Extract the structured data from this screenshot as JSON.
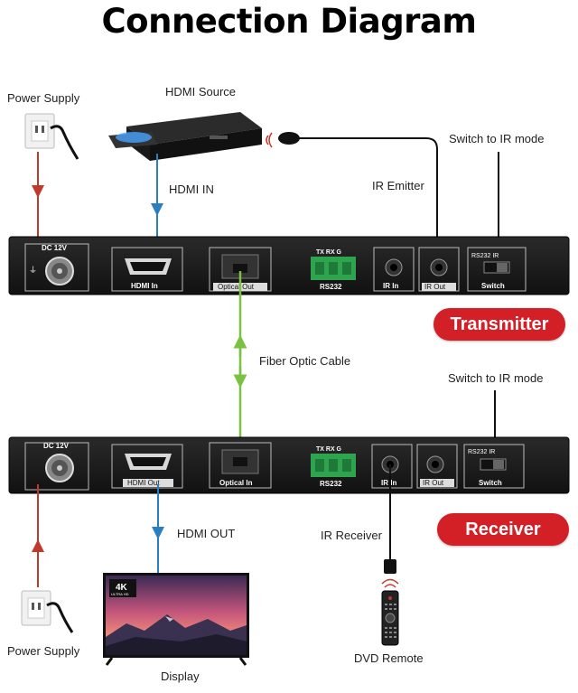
{
  "title": "Connection Diagram",
  "labels": {
    "power_supply_top": "Power Supply",
    "hdmi_source": "HDMI Source",
    "hdmi_in_arrow": "HDMI IN",
    "ir_emitter": "IR Emitter",
    "switch_ir_top": "Switch to IR mode",
    "fiber_cable": "Fiber Optic Cable",
    "switch_ir_bottom": "Switch to IR mode",
    "hdmi_out_arrow": "HDMI OUT",
    "ir_receiver": "IR Receiver",
    "power_supply_bottom": "Power Supply",
    "display": "Display",
    "dvd_remote": "DVD Remote"
  },
  "badges": {
    "transmitter": "Transmitter",
    "receiver": "Receiver"
  },
  "transmitter_ports": {
    "dc": "DC 12V",
    "hdmi": "HDMI In",
    "optical": "Optical Out",
    "rs232_pins": "TX  RX  G",
    "rs232": "RS232",
    "ir_in": "IR In",
    "ir_out": "IR Out",
    "switch_top": "RS232   IR",
    "switch": "Switch"
  },
  "receiver_ports": {
    "dc": "DC 12V",
    "hdmi": "HDMI Out",
    "optical": "Optical In",
    "rs232_pins": "TX  RX  G",
    "rs232": "RS232",
    "ir_in": "IR In",
    "ir_out": "IR Out",
    "switch_top": "RS232   IR",
    "switch": "Switch"
  },
  "tv_badge": {
    "main": "4K",
    "sub": "ULTRA HD"
  },
  "colors": {
    "power_line": "#c0392b",
    "hdmi_line": "#2a7fc0",
    "fiber_line": "#7cc242",
    "ir_line": "#111111",
    "badge": "#d32027"
  }
}
